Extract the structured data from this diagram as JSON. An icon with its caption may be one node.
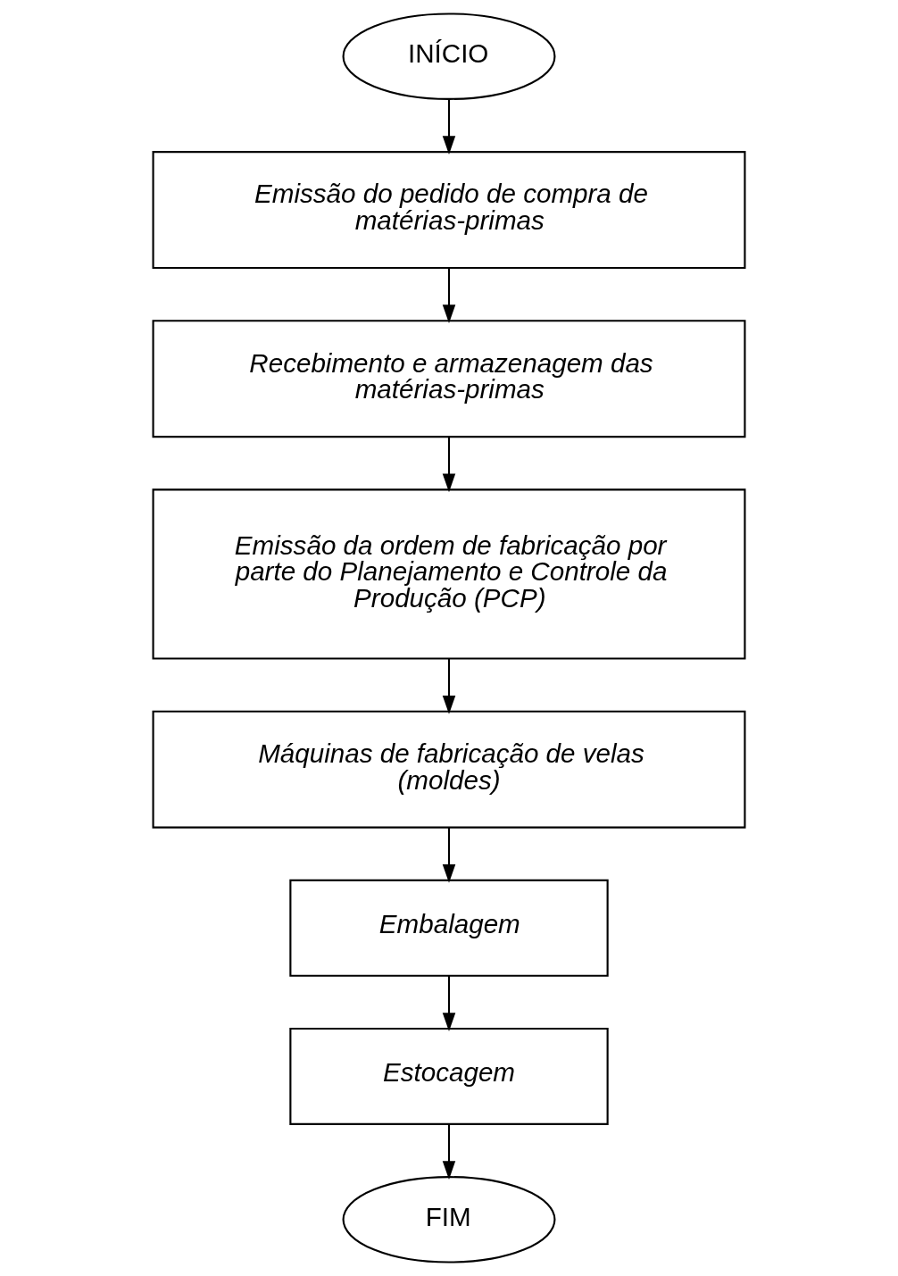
{
  "diagram": {
    "nodes": [
      {
        "text": [
          "INÍCIO"
        ]
      },
      {
        "text": [
          "Emissão do pedido de compra de matérias-primas"
        ]
      },
      {
        "text": [
          "Recebimento e armazenagem das matérias-primas"
        ]
      },
      {
        "text": [
          "Emissão da ordem de fabricação por parte do Planejamento e Controle da Produção (PCP)"
        ]
      },
      {
        "text": [
          "Máquinas de fabricação de velas (moldes)"
        ]
      },
      {
        "text": [
          "Embalagem"
        ]
      },
      {
        "text": [
          "Estocagem"
        ]
      },
      {
        "text": [
          "FIM"
        ]
      }
    ],
    "edges": [
      {
        "from": 0,
        "to": 1,
        "arrow": "to"
      },
      {
        "from": 1,
        "to": 2,
        "arrow": "to"
      },
      {
        "from": 2,
        "to": 3,
        "arrow": "to"
      },
      {
        "from": 3,
        "to": 4,
        "arrow": "to"
      },
      {
        "from": 4,
        "to": 5,
        "arrow": "to"
      },
      {
        "from": 5,
        "to": 6,
        "arrow": "to"
      },
      {
        "from": 6,
        "to": 7,
        "arrow": "to"
      }
    ]
  }
}
